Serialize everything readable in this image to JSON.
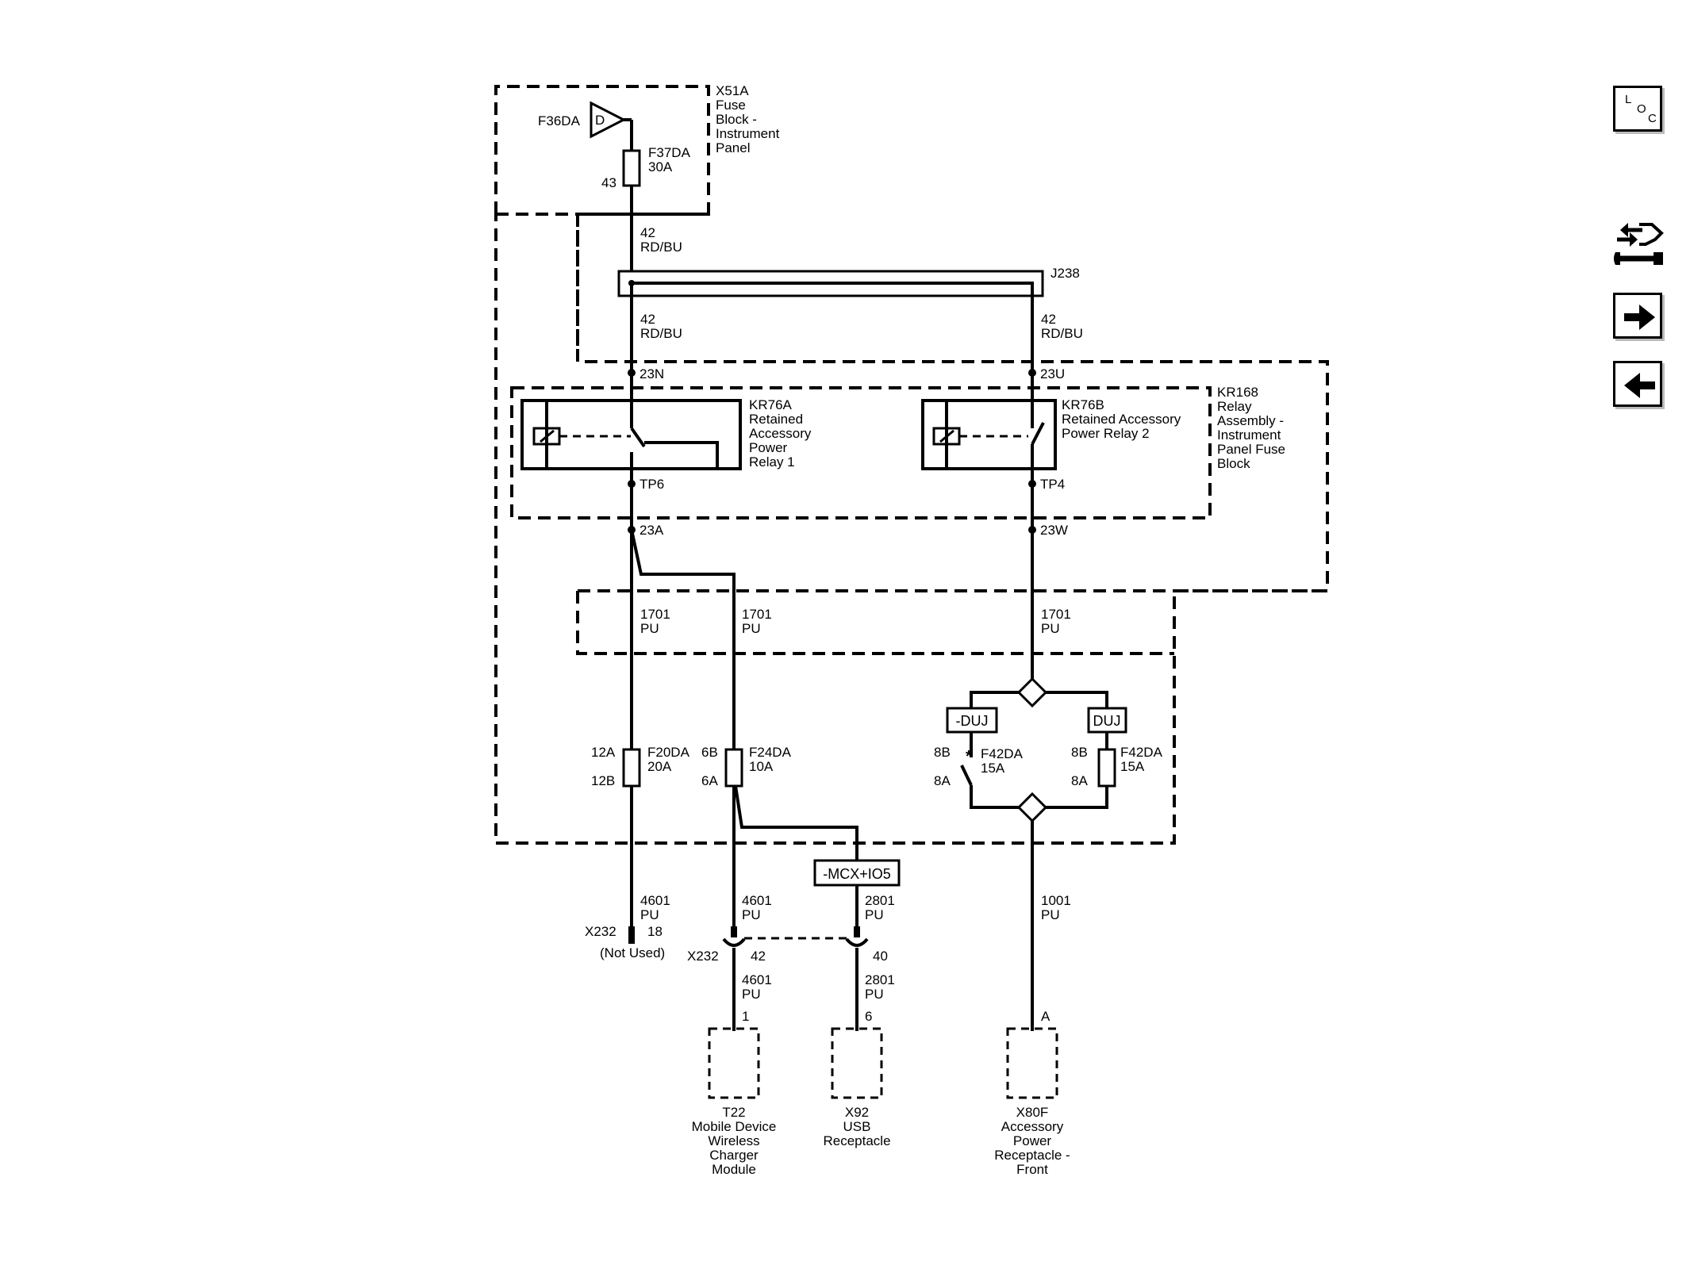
{
  "nav": {
    "loc_letters": [
      "L",
      "O",
      "C"
    ]
  },
  "labels": {
    "x51a": [
      "X51A",
      "Fuse",
      "Block -",
      "Instrument",
      "Panel"
    ],
    "f36da": "F36DA",
    "d": "D",
    "f37da": [
      "F37DA",
      "30A"
    ],
    "pin43": "43",
    "w42_top": [
      "42",
      "RD/BU"
    ],
    "j238": "J238",
    "w42_left": [
      "42",
      "RD/BU"
    ],
    "w42_right": [
      "42",
      "RD/BU"
    ],
    "pin23n": "23N",
    "pin23u": "23U",
    "kr76a": [
      "KR76A",
      "Retained",
      "Accessory",
      "Power",
      "Relay 1"
    ],
    "kr76b": [
      "KR76B",
      "Retained Accessory",
      "Power Relay 2"
    ],
    "kr168": [
      "KR168",
      "Relay",
      "Assembly -",
      "Instrument",
      "Panel Fuse",
      "Block"
    ],
    "tp6": "TP6",
    "tp4": "TP4",
    "pin23a": "23A",
    "pin23w": "23W",
    "w1701_a": [
      "1701",
      "PU"
    ],
    "w1701_b": [
      "1701",
      "PU"
    ],
    "w1701_c": [
      "1701",
      "PU"
    ],
    "duj_minus": "-DUJ",
    "duj": "DUJ",
    "pin12a": "12A",
    "pin12b": "12B",
    "f20da": [
      "F20DA",
      "20A"
    ],
    "pin6b": "6B",
    "pin6a": "6A",
    "f24da": [
      "F24DA",
      "10A"
    ],
    "pin8b_l": "8B",
    "pin8a_l": "8A",
    "f42da_l": [
      "F42DA",
      "15A"
    ],
    "pin8b_r": "8B",
    "pin8a_r": "8A",
    "f42da_r": [
      "F42DA",
      "15A"
    ],
    "mcx": "-MCX+IO5",
    "w4601_a": [
      "4601",
      "PU"
    ],
    "w4601_b": [
      "4601",
      "PU"
    ],
    "w2801_a": [
      "2801",
      "PU"
    ],
    "w1001": [
      "1001",
      "PU"
    ],
    "x232_left": "X232",
    "pin18": "18",
    "not_used": "(Not Used)",
    "x232_mid": "X232",
    "pin42": "42",
    "pin40": "40",
    "w4601_c": [
      "4601",
      "PU"
    ],
    "w2801_b": [
      "2801",
      "PU"
    ],
    "pin1": "1",
    "pin6": "6",
    "pina": "A",
    "t22": [
      "T22",
      "Mobile Device",
      "Wireless",
      "Charger",
      "Module"
    ],
    "x92": [
      "X92",
      "USB",
      "Receptacle"
    ],
    "x80f": [
      "X80F",
      "Accessory",
      "Power",
      "Receptacle -",
      "Front"
    ]
  }
}
